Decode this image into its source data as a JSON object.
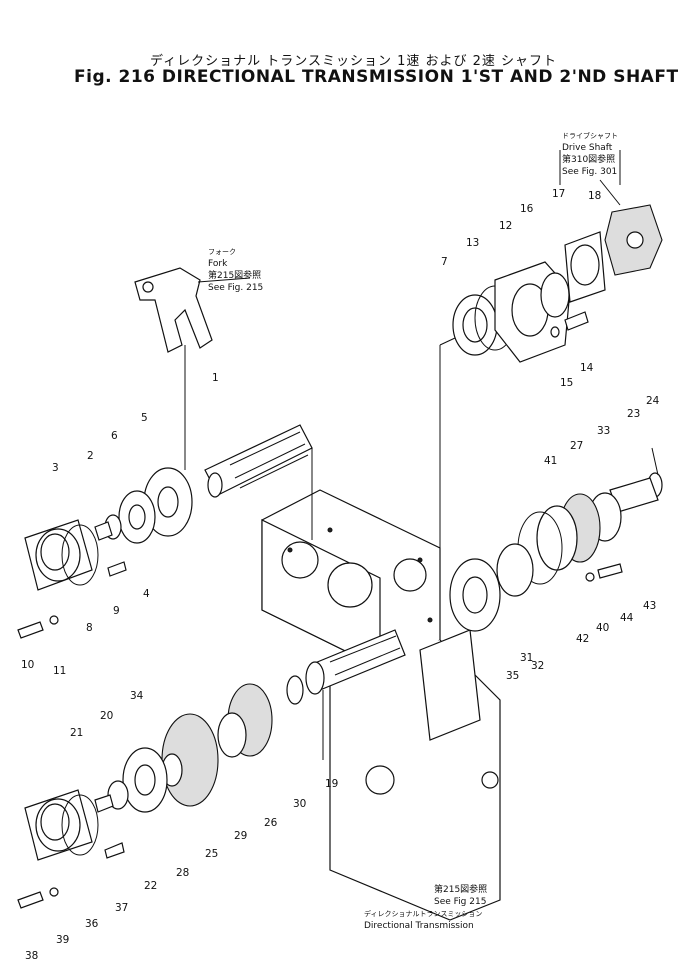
{
  "header": {
    "title_jp": "ディレクショナル トランスミッション 1速 および 2速 シャフト",
    "title_en": "Fig. 216 DIRECTIONAL TRANSMISSION 1'ST AND 2'ND SHAFT"
  },
  "references": {
    "drive_shaft": {
      "jp": "ドライブシャフト",
      "label": "Drive Shaft",
      "jp_ref": "第310図参照",
      "see": "See Fig. 301"
    },
    "fork": {
      "jp": "フォーク",
      "label": "Fork",
      "jp_ref": "第215図参照",
      "see": "See Fig. 215"
    },
    "directional_transmission": {
      "jp_ref": "第215図参照",
      "see": "See Fig 215",
      "jp": "ディレクショナルトランスミッション",
      "label": "Directional Transmission"
    }
  },
  "callouts": [
    "1",
    "2",
    "3",
    "4",
    "5",
    "6",
    "7",
    "8",
    "9",
    "10",
    "11",
    "12",
    "13",
    "14",
    "15",
    "16",
    "17",
    "18",
    "19",
    "20",
    "21",
    "22",
    "23",
    "24",
    "25",
    "26",
    "27",
    "28",
    "29",
    "30",
    "31",
    "32",
    "33",
    "34",
    "35",
    "36",
    "37",
    "38",
    "39",
    "40",
    "41",
    "42",
    "43",
    "44"
  ]
}
